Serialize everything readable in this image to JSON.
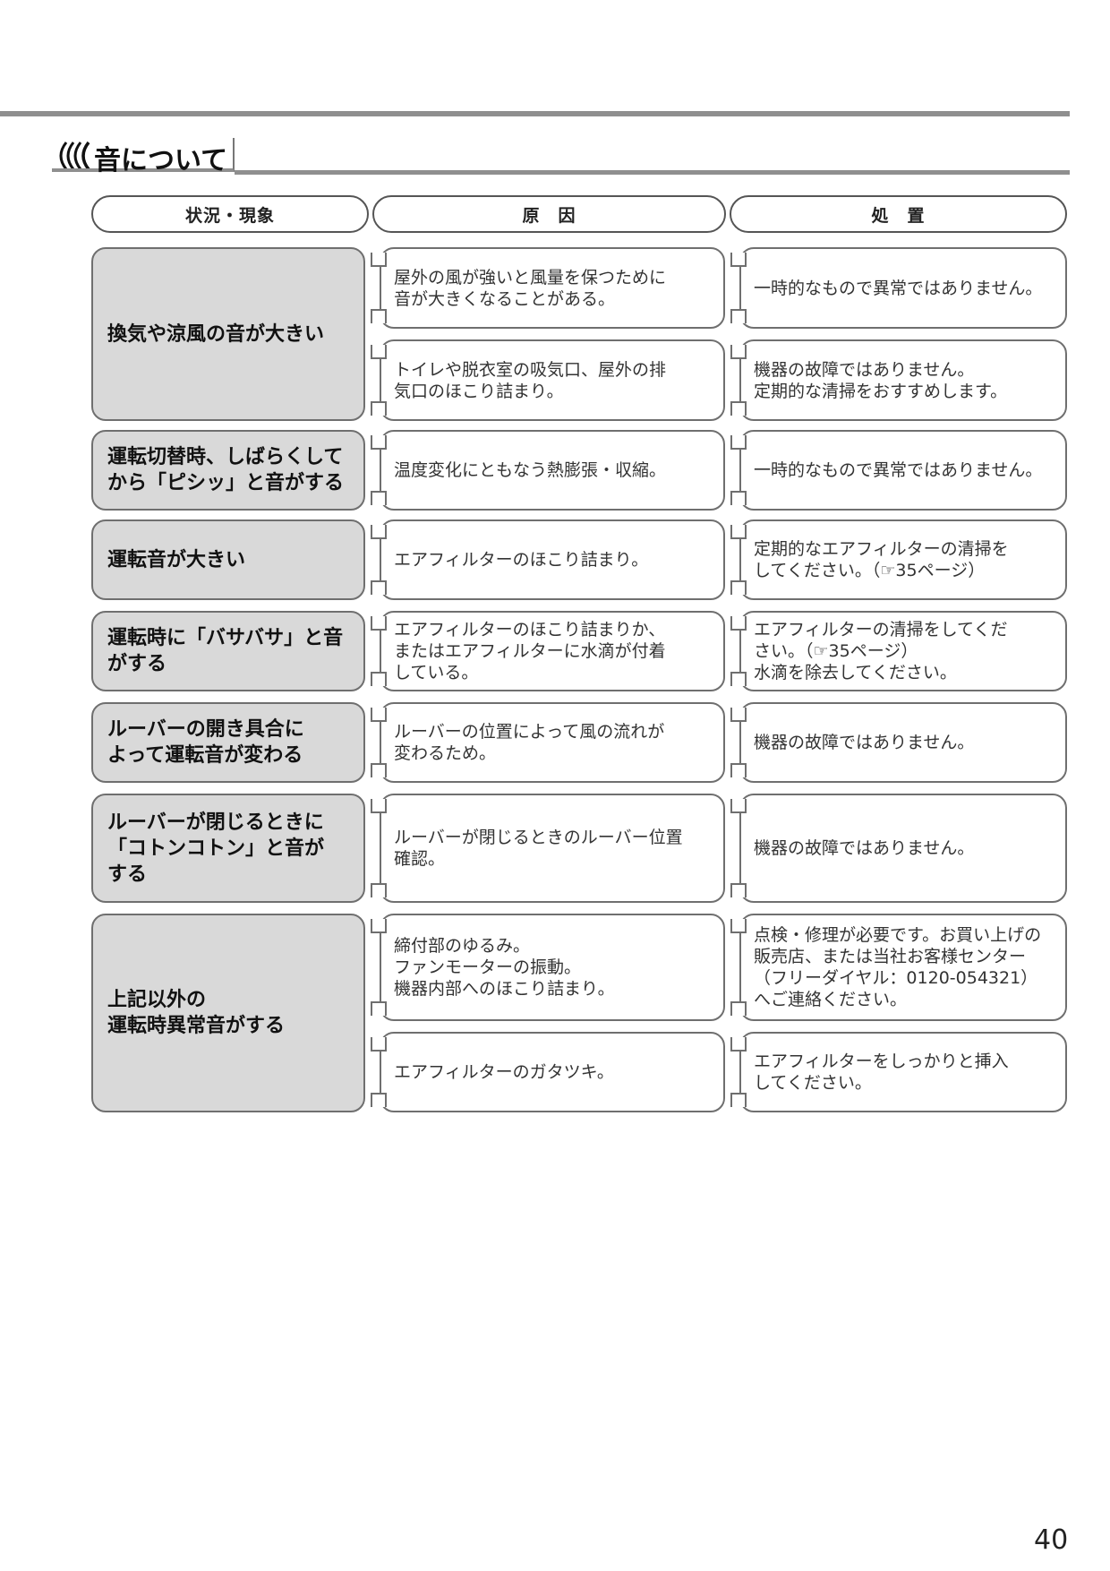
{
  "section": {
    "title": "音について"
  },
  "headers": {
    "symptom": "状況・現象",
    "cause": "原　因",
    "action": "処　置"
  },
  "rows": [
    {
      "symptom": "換気や涼風の音が大きい",
      "cause1": "屋外の風が強いと風量を保つために\n音が大きくなることがある。",
      "action1": "一時的なもので異常ではありません。",
      "cause2": "トイレや脱衣室の吸気口、屋外の排\n気口のほこり詰まり。",
      "action2": "機器の故障ではありません。\n定期的な清掃をおすすめします。"
    },
    {
      "symptom": "運転切替時、しばらくして\nから「ピシッ」と音がする",
      "cause1": "温度変化にともなう熱膨張・収縮。",
      "action1": "一時的なもので異常ではありません。"
    },
    {
      "symptom": "運転音が大きい",
      "cause1": "エアフィルターのほこり詰まり。",
      "action1": "定期的なエアフィルターの清掃を\nしてください。（☞35ページ）"
    },
    {
      "symptom": "運転時に「バサバサ」と音\nがする",
      "cause1": "エアフィルターのほこり詰まりか、\nまたはエアフィルターに水滴が付着\nしている。",
      "action1": "エアフィルターの清掃をしてくだ\nさい。（☞35ページ）\n水滴を除去してください。"
    },
    {
      "symptom": "ルーバーの開き具合に\nよって運転音が変わる",
      "cause1": "ルーバーの位置によって風の流れが\n変わるため。",
      "action1": "機器の故障ではありません。"
    },
    {
      "symptom": "ルーバーが閉じるときに\n「コトンコトン」と音が\nする",
      "cause1": "ルーバーが閉じるときのルーバー位置\n確認。",
      "action1": "機器の故障ではありません。"
    },
    {
      "symptom": "上記以外の\n運転時異常音がする",
      "cause1": "締付部のゆるみ。\nファンモーターの振動。\n機器内部へのほこり詰まり。",
      "action1": "点検・修理が必要です。お買い上げの\n販売店、または当社お客様センター\n（フリーダイヤル：0120-054321）\nへご連絡ください。",
      "cause2": "エアフィルターのガタツキ。",
      "action2": "エアフィルターをしっかりと挿入\nしてください。"
    }
  ],
  "page_number": "40"
}
